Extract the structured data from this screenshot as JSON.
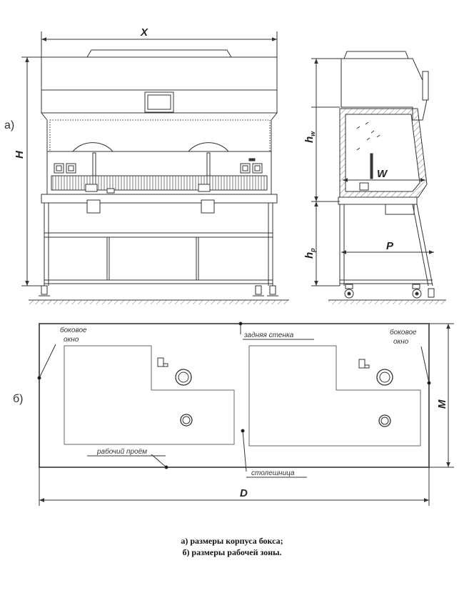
{
  "figure_a": {
    "label": "а)",
    "dims": {
      "x": "X",
      "h": "H",
      "hw_main": "h",
      "hw_sub": "w",
      "hp_main": "h",
      "hp_sub": "p",
      "w": "W",
      "p": "P"
    }
  },
  "figure_b": {
    "label": "б)",
    "dims": {
      "m": "M",
      "d": "D"
    },
    "notes": {
      "side_left_1": "боковое",
      "side_left_2": "окно",
      "back_wall": "задняя стенка",
      "side_right_1": "боковое",
      "side_right_2": "окно",
      "work_opening": "рабочий проём",
      "tabletop": "столешница"
    }
  },
  "caption": {
    "line1": "а) размеры корпуса бокса;",
    "line2": "б) размеры рабочей зоны."
  }
}
